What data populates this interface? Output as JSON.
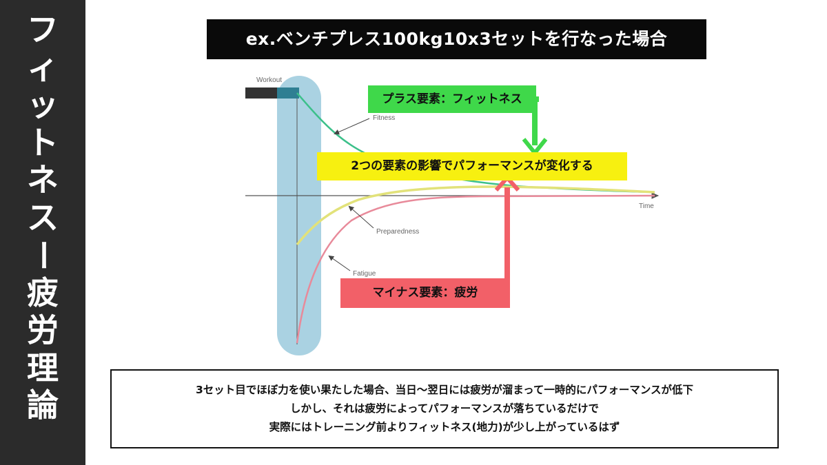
{
  "sidebar": {
    "title_chars": [
      "フ",
      "ィ",
      "ッ",
      "ト",
      "ネ",
      "ス",
      "ー",
      "疲",
      "労",
      "理",
      "論"
    ]
  },
  "headline": "ex.ベンチプレス100kg10x3セットを行なった場合",
  "chart_data": {
    "type": "line",
    "title": "",
    "x_axis_label": "Time",
    "annotations": [
      "Workout",
      "Fitness",
      "Preparedness",
      "Fatigue"
    ],
    "series": [
      {
        "name": "Fitness",
        "color": "#3cc08a",
        "shape": "starts high after workout, decays toward baseline, stays slightly above"
      },
      {
        "name": "Preparedness",
        "color": "#e2e27a",
        "shape": "dips below baseline after workout, recovers to slightly above baseline"
      },
      {
        "name": "Fatigue",
        "color": "#e88a9a",
        "shape": "drops far below baseline after workout, recovers to baseline"
      }
    ],
    "grid": false,
    "colors": {
      "workout_bar": "#333333",
      "workout_band": "#8ec3d8"
    }
  },
  "callouts": {
    "fitness": "プラス要素：フィットネス",
    "performance": "2つの要素の影響でパフォーマンスが変化する",
    "fatigue": "マイナス要素：疲労"
  },
  "notes": [
    "3セット目でほぼ力を使い果たした場合、当日〜翌日には疲労が溜まって一時的にパフォーマンスが低下",
    "しかし、それは疲労によってパフォーマンスが落ちているだけで",
    "実際にはトレーニング前よりフィットネス(地力)が少し上がっているはず"
  ],
  "colors": {
    "sidebar_bg": "#2b2b2b",
    "headline_bg": "#0a0a0a",
    "fitness_green": "#3fd84a",
    "performance_yellow": "#f7f010",
    "fatigue_red": "#f26068"
  }
}
